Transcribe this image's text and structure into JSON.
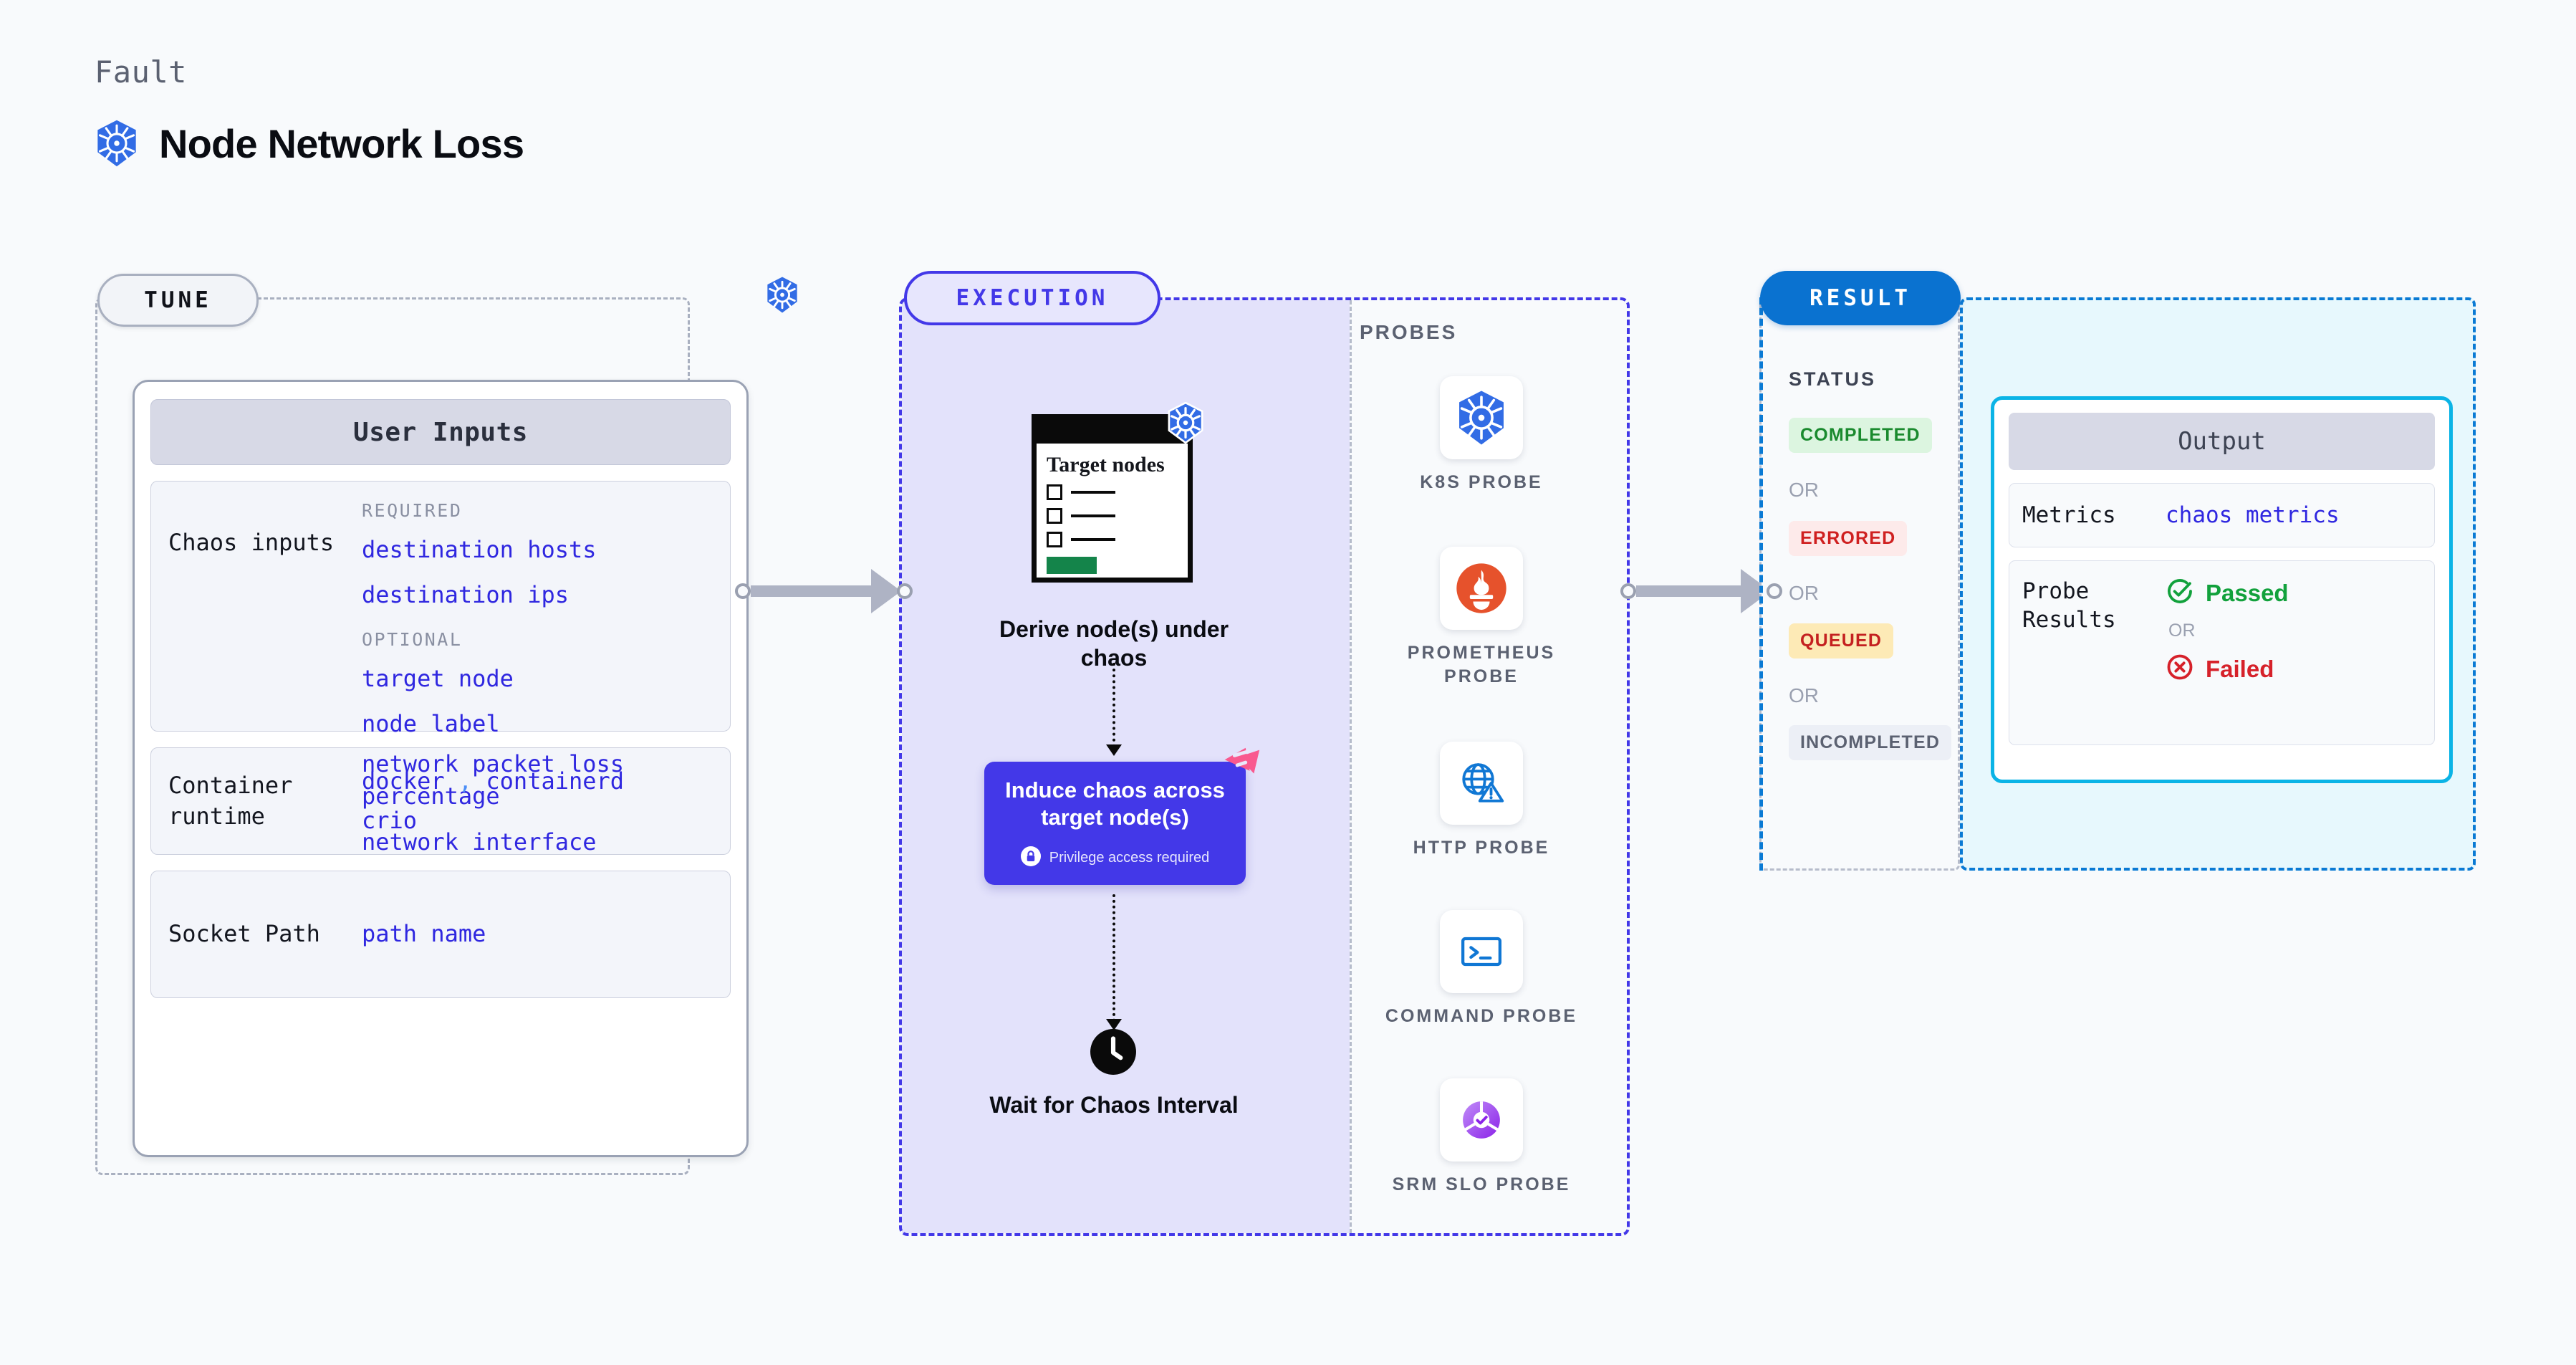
{
  "header": {
    "kicker": "Fault",
    "title": "Node Network Loss",
    "icon": "kubernetes-icon"
  },
  "tune": {
    "pill_label": "TUNE",
    "border_k8s_icon": "kubernetes-icon",
    "card": {
      "header": "User Inputs",
      "sections": [
        {
          "label": "Chaos inputs",
          "groups": [
            {
              "tag": "REQUIRED",
              "values": [
                "destination hosts",
                "destination ips"
              ]
            },
            {
              "tag": "OPTIONAL",
              "values": [
                "target node",
                "node label",
                "network packet loss percentage",
                "network interface"
              ]
            }
          ]
        },
        {
          "label": "Container runtime",
          "values": [
            "docker",
            "containerd",
            "crio"
          ],
          "separator": ","
        },
        {
          "label": "Socket Path",
          "values": [
            "path name"
          ]
        }
      ]
    }
  },
  "execution": {
    "pill_label": "EXECUTION",
    "steps": [
      {
        "caption": "Derive node(s) under chaos",
        "icon": "target-nodes-card-icon",
        "card_title": "Target nodes",
        "badge_icon": "kubernetes-icon"
      },
      {
        "caption": "Induce chaos across target node(s)",
        "privilege_note": "Privilege access required",
        "privilege_icon": "lock-icon",
        "corner_icon": "litmus-chaos-icon"
      },
      {
        "caption": "Wait for Chaos Interval",
        "icon": "clock-icon"
      }
    ],
    "probes": {
      "title": "PROBES",
      "items": [
        {
          "name": "K8S PROBE",
          "icon": "kubernetes-icon"
        },
        {
          "name": "PROMETHEUS PROBE",
          "icon": "prometheus-icon"
        },
        {
          "name": "HTTP PROBE",
          "icon": "globe-warning-icon"
        },
        {
          "name": "COMMAND PROBE",
          "icon": "terminal-icon"
        },
        {
          "name": "SRM SLO PROBE",
          "icon": "slo-gauge-icon"
        }
      ]
    }
  },
  "result": {
    "pill_label": "RESULT",
    "status_title": "STATUS",
    "or_label": "OR",
    "statuses": [
      {
        "label": "COMPLETED",
        "bg": "#dcf5e0",
        "fg": "#1a8a2e"
      },
      {
        "label": "ERRORED",
        "bg": "#fdeaea",
        "fg": "#cf2020"
      },
      {
        "label": "QUEUED",
        "bg": "#fdeab6",
        "fg": "#c42020"
      },
      {
        "label": "INCOMPLETED",
        "bg": "#eceff6",
        "fg": "#5b6171"
      }
    ],
    "output": {
      "header": "Output",
      "metrics_label": "Metrics",
      "metrics_value": "chaos metrics",
      "probe_label": "Probe Results",
      "passed_label": "Passed",
      "failed_label": "Failed",
      "or_label": "OR",
      "passed_icon": "check-circle-icon",
      "failed_icon": "x-circle-icon"
    }
  },
  "colors": {
    "accent_indigo": "#4338e8",
    "accent_blue": "#0a72d0",
    "accent_cyan": "#0bb4e6",
    "k8s_blue": "#326ce5",
    "value_blue": "#2f27e0",
    "litmus_pink": "#f9598f"
  }
}
